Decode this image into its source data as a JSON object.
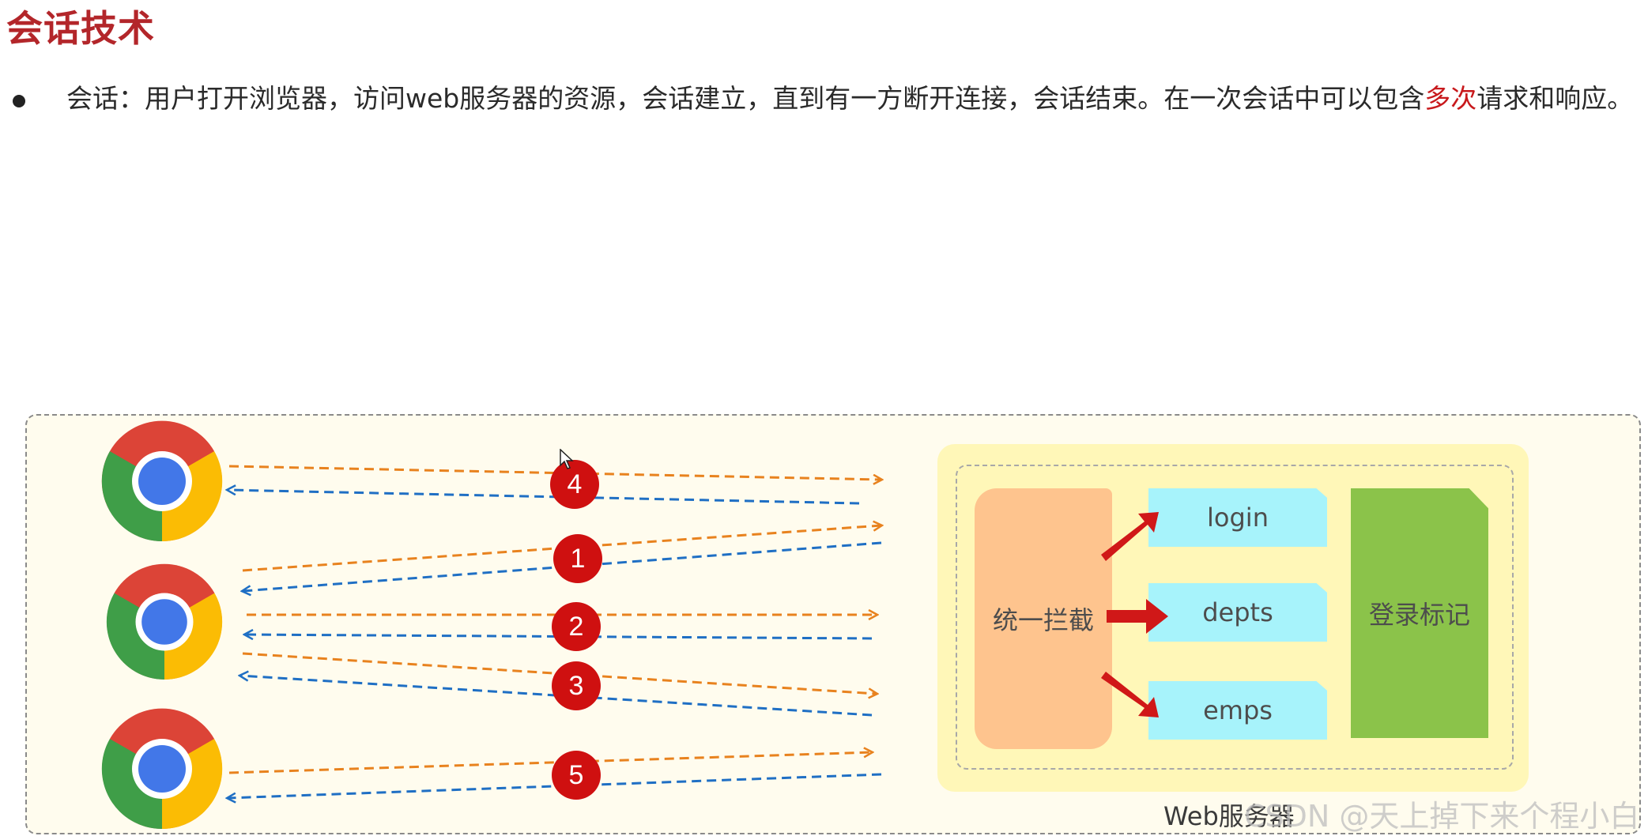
{
  "title": "会话技术",
  "bullet": {
    "text_before": "会话：用户打开浏览器，访问web服务器的资源，会话建立，直到有一方断开连接，会话结束。在一次会话中可以包含",
    "highlight": "多次",
    "text_after": "请求和响应。"
  },
  "diagram": {
    "badges": [
      "4",
      "1",
      "2",
      "3",
      "5"
    ],
    "intercept_label": "统一拦截",
    "resources": [
      "login",
      "depts",
      "emps"
    ],
    "login_mark_label": "登录标记",
    "server_label": "Web服务器",
    "browser_icon": "chrome-icon"
  },
  "watermark": "CSDN @天上掉下来个程小白",
  "colors": {
    "title": "#b3262a",
    "highlight": "#c8191c",
    "request_arrow": "#e8821e",
    "response_arrow": "#1f6fc4",
    "badge": "#cf1010",
    "intercept_box": "#fec48e",
    "resource_box": "#a7f3fb",
    "mark_box": "#8bc34a",
    "server_box": "#fff7b8",
    "panel_bg": "#fffcee"
  }
}
